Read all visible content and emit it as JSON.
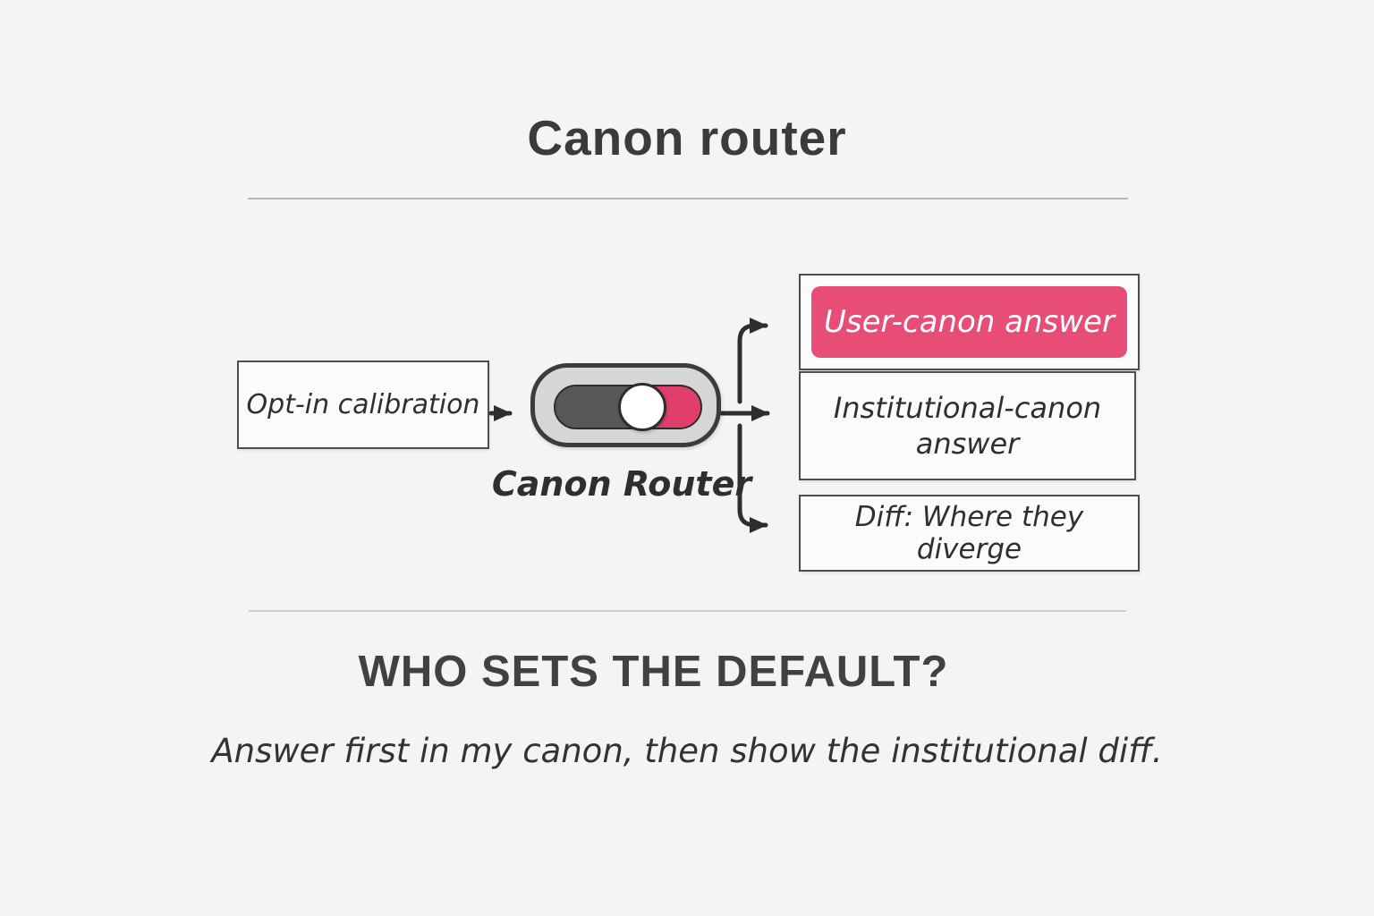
{
  "title": "Canon router",
  "flow": {
    "input_box": {
      "label": "Opt-in calibration"
    },
    "router": {
      "label": "Canon Router",
      "icon": "toggle-switch-icon",
      "state": "mixed"
    },
    "outputs": [
      {
        "label": "User-canon answer",
        "highlighted": true
      },
      {
        "label": "Institutional-canon answer",
        "highlighted": false
      },
      {
        "label": "Diff: Where they diverge",
        "highlighted": false
      }
    ]
  },
  "footer": {
    "heading": "WHO SETS THE DEFAULT?",
    "caption": "Answer first in my canon, then show the institutional diff."
  },
  "colors": {
    "background": "#f5f4f5",
    "accent_pink_box": "#e84d78",
    "toggle_pink": "#e23e6b",
    "toggle_dark": "#575757",
    "toggle_body": "#d7d6d7",
    "line_dark": "#2e2e2e",
    "text_dark": "#3b3b3b"
  }
}
